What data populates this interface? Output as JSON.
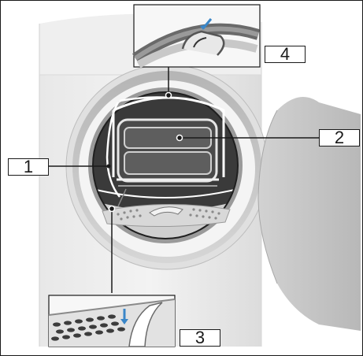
{
  "callouts": {
    "c1": "1",
    "c2": "2",
    "c3": "3",
    "c4": "4"
  },
  "colors": {
    "outline": "#1a1a1a",
    "panel_light": "#ececec",
    "panel_mid": "#d9d9d9",
    "drum_dark": "#3a3a3a",
    "door": "#c4c4c4"
  }
}
